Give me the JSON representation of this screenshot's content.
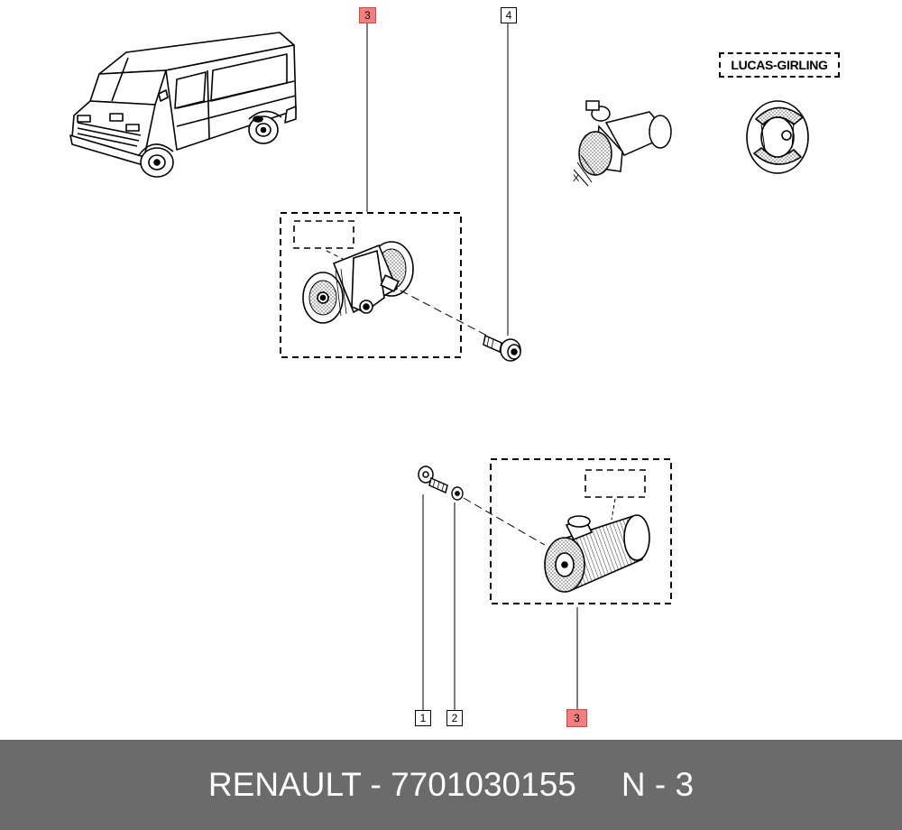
{
  "diagram": {
    "brand_label": "LUCAS-GIRLING",
    "callouts": [
      {
        "id": "c3-top",
        "text": "3",
        "highlight": true
      },
      {
        "id": "c4",
        "text": "4",
        "highlight": false
      },
      {
        "id": "c1",
        "text": "1",
        "highlight": false
      },
      {
        "id": "c2",
        "text": "2",
        "highlight": false
      },
      {
        "id": "c3-bottom",
        "text": "3",
        "highlight": true
      }
    ],
    "dimension_label": "X"
  },
  "footer": {
    "part_text": "RENAULT - 7701030155",
    "ref_text": "N - 3"
  },
  "colors": {
    "highlight": "#f08080",
    "footer_bg": "#6b6b6b"
  }
}
